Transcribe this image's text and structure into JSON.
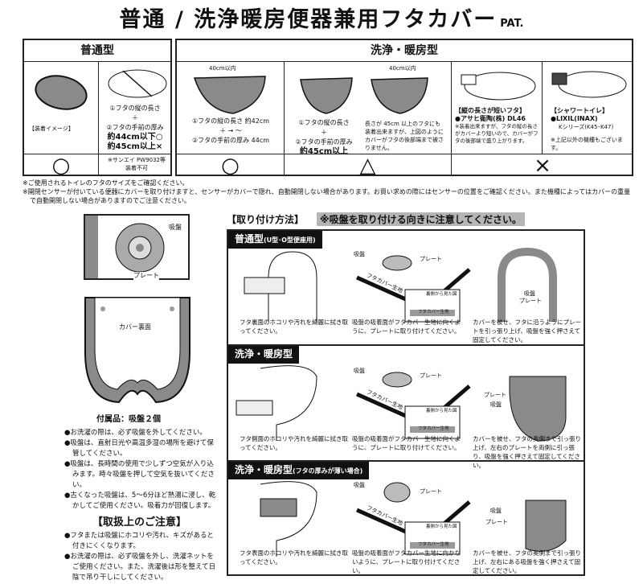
{
  "title": {
    "main": "普通 / 洗浄暖房便器兼用フタカバー",
    "pat": "PAT."
  },
  "table_normal": {
    "header": "普通型",
    "image_label": "【装着イメージ】",
    "measure": {
      "line1": "①フタの縦の長さ",
      "plus": "＋",
      "line2": "②フタの手前の厚み",
      "ok": "約44cm以下○",
      "ng": "約45cm以上×"
    },
    "result_left": "○",
    "result_right": "※サンエイ PW9032等 装着不可"
  },
  "table_wash": {
    "header": "洗浄・暖房型",
    "col1": {
      "width_label": "40cm以内",
      "line1": "①フタの縦の長さ 約42cm",
      "plus": "＋",
      "arrow": "→",
      "range": "〜",
      "line2": "②フタの手前の厚み 44cm"
    },
    "col2": {
      "width_label": "40cm以内",
      "line1": "①フタの縦の長さ",
      "plus": "＋",
      "line2": "②フタの手前の厚み",
      "size": "約45cm以上",
      "note": "長さが 45cm 以上のフタにも装着出来ますが、上図のようにカバーがフタの後部端まで被さりません。"
    },
    "col3": {
      "title": "【縦の長さが短いフタ】",
      "maker": "●アサヒ衛陶(株) DL46",
      "note": "※装着出来ますが、フタの縦の長さがカバーより短いので、カバーがフタの後部端で盛り上がります。"
    },
    "col4": {
      "title": "【シャワートイレ】",
      "maker": "●LIXIL(INAX)",
      "series": "Kシリーズ(K45･K47)",
      "note": "※上記以外の機種もございます。"
    },
    "result_ok": "○",
    "result_tri": "△",
    "result_ng": "×"
  },
  "notes": [
    "※ご使用されるトイレのフタのサイズをご確認ください。",
    "※開閉センサーが付いている便器にカバーを取り付けますと、センサーがカバーで隠れ、自動開閉しない場合があります。お買い求めの際にはセンサーの位置をご確認ください。また機種によってはカバーの重量で自動開閉しない場合がありますのでご注意ください。"
  ],
  "left": {
    "suction_label": "吸盤",
    "plate_label": "プレート",
    "cover_back": "カバー裏面",
    "accessory": "付属品：吸盤２個",
    "bullets": [
      "●お洗濯の際は、必ず吸盤を外してください。",
      "●吸盤は、直射日光や高温多湿の場所を避けて保管してください。",
      "●吸盤は、長時間の使用で少しずつ空気が入り込みます。時々吸盤を押して空気を抜いてください。",
      "●古くなった吸盤は、5〜6分ほど熱湯に浸し、乾かしてご使用ください。吸着力が回復します。"
    ],
    "care_title": "【取扱上のご注意】",
    "care_bullets": [
      "●フタまたは吸盤にホコリや汚れ、キズがあると付きにくくなります。",
      "●お洗濯の際は、必ず吸盤を外し、洗濯ネットをご使用ください。また、洗濯後は形を整えて日陰で吊り干しにしてください。"
    ]
  },
  "install": {
    "heading": "【取り付け方法】",
    "warning": "※吸盤を取り付ける向きに注意してください。",
    "sections": [
      {
        "title": "普通型",
        "sub": "(U型･O型便座用)",
        "labels": {
          "suction": "吸盤",
          "plate": "プレート",
          "fabric": "フタカバー生地",
          "view": "裏側から見た図",
          "fabric2": "フタカバー生地",
          "s3a": "吸盤",
          "s3b": "プレート"
        },
        "steps": [
          "フタ裏面のホコリや汚れを綺麗に拭き取ってください。",
          "吸盤の吸着面がフタカバー生地に向くように、プレートに取り付けてください。",
          "カバーを被せ、フタに沿うようにプレートを引っ張り上げ、吸盤を強く押さえて固定してください。"
        ]
      },
      {
        "title": "洗浄・暖房型",
        "sub": "",
        "labels": {
          "suction": "吸盤",
          "plate": "プレート",
          "fabric": "フタカバー生地",
          "view": "裏側から見た図",
          "fabric2": "フタカバー生地",
          "s3a": "プレート",
          "s3b": "吸盤"
        },
        "steps": [
          "フタ側面のホコリや汚れを綺麗に拭き取ってください。",
          "吸盤の吸着面がフタカバー生地に向くように、プレートに取り付けてください。",
          "カバーを被せ、フタの奥側まで引っ張り上げ、左右のプレートを両側に引っ張り、吸盤を強く押さえて固定してください。"
        ]
      },
      {
        "title": "洗浄・暖房型",
        "sub": "(フタの厚みが薄い場合)",
        "labels": {
          "suction": "吸盤",
          "plate": "プレート",
          "fabric": "フタカバー生地",
          "view": "裏側から見た図",
          "fabric2": "フタカバー生地",
          "s3a": "吸盤",
          "s3b": "プレート"
        },
        "steps": [
          "フタ表面のホコリや汚れを綺麗に拭き取ってください。",
          "吸盤の吸着面がフタカバー生地に向かないように、プレートに取り付けてください。",
          "カバーを被せ、フタの奥側まで引っ張り上げ、左右にある吸盤を強く押さえて固定してください。"
        ]
      }
    ]
  },
  "colors": {
    "cover_gray": "#8a8a8a",
    "ink": "#111111",
    "warning_bg": "#b5b5b5"
  }
}
